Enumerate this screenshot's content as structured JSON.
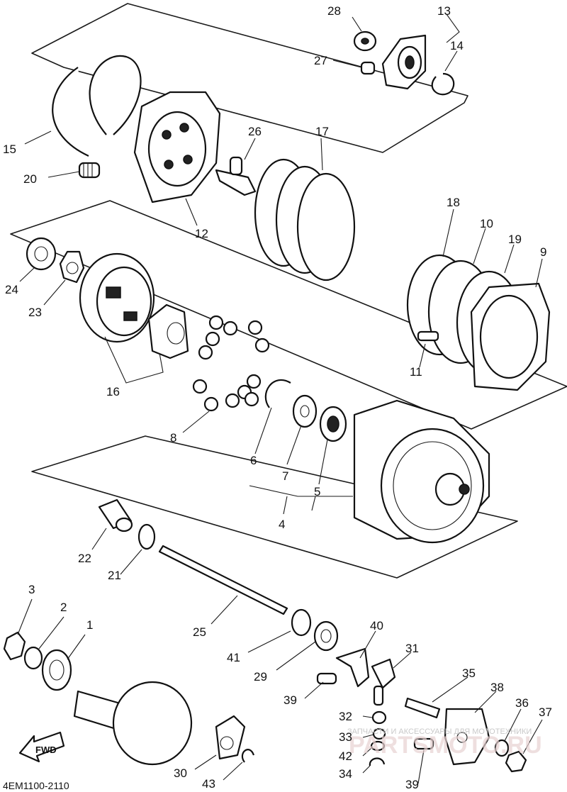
{
  "diagram": {
    "labels": {
      "p1": "1",
      "p2": "2",
      "p3": "3",
      "p4": "4",
      "p5": "5",
      "p6": "6",
      "p7": "7",
      "p8": "8",
      "p9": "9",
      "p10": "10",
      "p11": "11",
      "p12": "12",
      "p13": "13",
      "p14": "14",
      "p15": "15",
      "p16": "16",
      "p17": "17",
      "p18": "18",
      "p19": "19",
      "p20": "20",
      "p21": "21",
      "p22": "22",
      "p23": "23",
      "p24": "24",
      "p25": "25",
      "p26": "26",
      "p27": "27",
      "p28": "28",
      "p29": "29",
      "p30": "30",
      "p31": "31",
      "p32": "32",
      "p33": "33",
      "p34": "34",
      "p35": "35",
      "p36": "36",
      "p37": "37",
      "p38": "38",
      "p39a": "39",
      "p39b": "39",
      "p40": "40",
      "p41": "41",
      "p42": "42",
      "p43": "43"
    },
    "direction_label": "FWD",
    "drawing_code": "4EM1100-2110",
    "watermark_small": "ЗАПЧАСТИ И АКСЕССУАРЫ ДЛЯ МОТОТЕХНИКИ",
    "watermark_logo": "PARTSMOTO.RU"
  }
}
